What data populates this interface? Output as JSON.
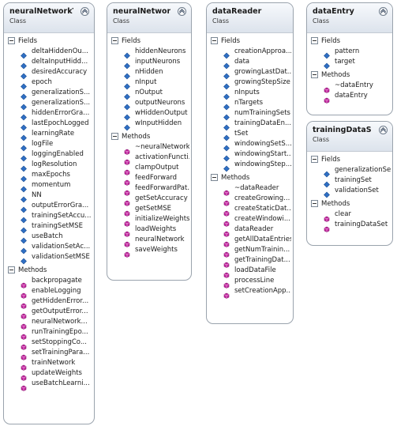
{
  "classes": {
    "neuralNetworkTrainer": {
      "title": "neuralNetworkT...",
      "stereotype": "Class",
      "fields_label": "Fields",
      "methods_label": "Methods",
      "fields": [
        "deltaHiddenOu...",
        "deltaInputHidd...",
        "desiredAccuracy",
        "epoch",
        "generalizationS...",
        "generalizationS...",
        "hiddenErrorGra...",
        "lastEpochLogged",
        "learningRate",
        "logFile",
        "loggingEnabled",
        "logResolution",
        "maxEpochs",
        "momentum",
        "NN",
        "outputErrorGra...",
        "trainingSetAccu...",
        "trainingSetMSE",
        "useBatch",
        "validationSetAc...",
        "validationSetMSE"
      ],
      "methods": [
        "backpropagate",
        "enableLogging",
        "getHiddenError...",
        "getOutputError...",
        "neuralNetwork...",
        "runTrainingEpo...",
        "setStoppingCo...",
        "setTrainingPara...",
        "trainNetwork",
        "updateWeights",
        "useBatchLearni..."
      ]
    },
    "neuralNetwork": {
      "title": "neuralNetwork",
      "stereotype": "Class",
      "fields_label": "Fields",
      "methods_label": "Methods",
      "fields": [
        "hiddenNeurons",
        "inputNeurons",
        "nHidden",
        "nInput",
        "nOutput",
        "outputNeurons",
        "wHiddenOutput",
        "wInputHidden"
      ],
      "methods": [
        "~neuralNetwork",
        "activationFuncti...",
        "clampOutput",
        "feedForward",
        "feedForwardPat...",
        "getSetAccuracy",
        "getSetMSE",
        "initializeWeights",
        "loadWeights",
        "neuralNetwork",
        "saveWeights"
      ]
    },
    "dataReader": {
      "title": "dataReader",
      "stereotype": "Class",
      "fields_label": "Fields",
      "methods_label": "Methods",
      "fields": [
        "creationApproa...",
        "data",
        "growingLastDat...",
        "growingStepSize",
        "nInputs",
        "nTargets",
        "numTrainingSets",
        "trainingDataEn...",
        "tSet",
        "windowingSetS...",
        "windowingStart...",
        "windowingStep..."
      ],
      "methods": [
        "~dataReader",
        "createGrowing...",
        "createStaticDat...",
        "createWindowi...",
        "dataReader",
        "getAllDataEntries",
        "getNumTrainin...",
        "getTrainingDat...",
        "loadDataFile",
        "processLine",
        "setCreationApp..."
      ]
    },
    "dataEntry": {
      "title": "dataEntry",
      "stereotype": "Class",
      "fields_label": "Fields",
      "methods_label": "Methods",
      "fields": [
        "pattern",
        "target"
      ],
      "methods": [
        "~dataEntry",
        "dataEntry"
      ]
    },
    "trainingDataSet": {
      "title": "trainingDataSet",
      "stereotype": "Class",
      "fields_label": "Fields",
      "methods_label": "Methods",
      "fields": [
        "generalizationSet",
        "trainingSet",
        "validationSet"
      ],
      "methods": [
        "clear",
        "trainingDataSet"
      ]
    }
  },
  "icons": {
    "field": "field-icon",
    "method": "method-icon"
  },
  "colors": {
    "field_icon_blue": "#2f6fc4",
    "method_icon_magenta": "#c0259d",
    "border": "#9aa3ad",
    "header_top": "#f7f9fc",
    "header_bottom": "#dce3ec"
  }
}
